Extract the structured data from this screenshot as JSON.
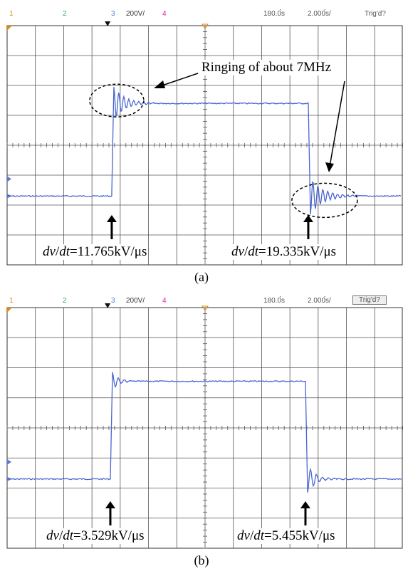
{
  "chart_data": [
    {
      "panel": "a",
      "type": "line",
      "caption": "(a)",
      "header": {
        "ch1": "1",
        "ch2": "2",
        "ch3": "3",
        "volts_div": "200V/",
        "ch4": "4",
        "time_offset": "180.0́s",
        "time_div": "2.000́s/",
        "trigger": "Trig'd?"
      },
      "annotation": "Ringing of about 7MHz",
      "labels": [
        {
          "italic": "dv",
          "slash": "/",
          "italic2": "dt",
          "rest": "=11.765kV/μs"
        },
        {
          "italic": "dv",
          "slash": "/",
          "italic2": "dt",
          "rest": "=19.335kV/μs"
        }
      ],
      "waveform": {
        "units_per_div": 1,
        "low_level": -1.7,
        "high_level": 1.4,
        "rise_at_div": 3.7,
        "fall_at_div": 10.65,
        "ringing_freq_mhz": 7,
        "rise_overshoot": 0.55,
        "fall_undershoot": 0.6
      },
      "grid": true
    },
    {
      "panel": "b",
      "type": "line",
      "caption": "(b)",
      "header": {
        "ch1": "1",
        "ch2": "2",
        "ch3": "3",
        "volts_div": "200V/",
        "ch4": "4",
        "time_offset": "180.0́s",
        "time_div": "2.000́s/",
        "trigger": "Trig'd?"
      },
      "labels": [
        {
          "italic": "dv",
          "slash": "/",
          "italic2": "dt",
          "rest": "=3.529kV/μs"
        },
        {
          "italic": "dv",
          "slash": "/",
          "italic2": "dt",
          "rest": "=5.455kV/μs"
        }
      ],
      "waveform": {
        "units_per_div": 1,
        "low_level": -1.7,
        "high_level": 1.55,
        "rise_at_div": 3.65,
        "fall_at_div": 10.55,
        "rise_overshoot": 0.3,
        "fall_undershoot": 0.45
      },
      "grid": true
    }
  ]
}
